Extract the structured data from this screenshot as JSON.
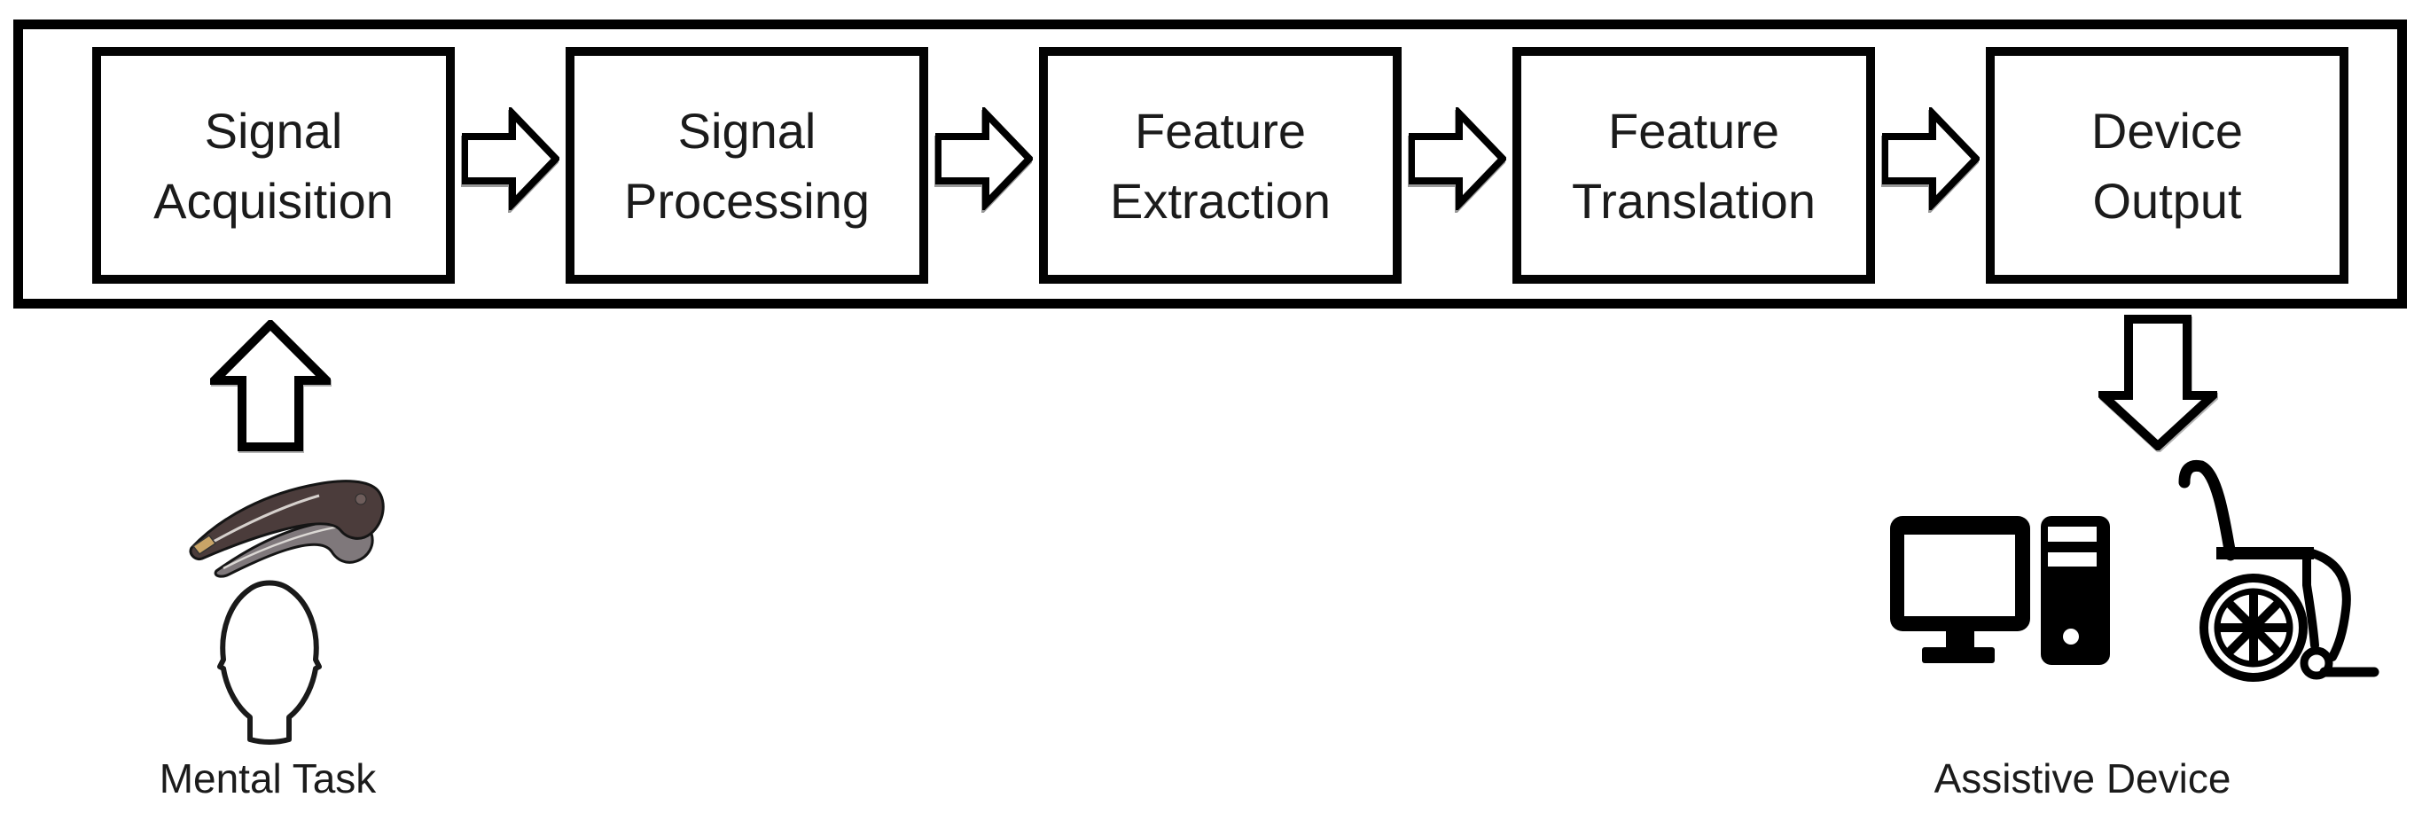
{
  "pipeline": {
    "stages": [
      {
        "label": "Signal\nAcquisition"
      },
      {
        "label": "Signal\nProcessing"
      },
      {
        "label": "Feature\nExtraction"
      },
      {
        "label": "Feature\nTranslation"
      },
      {
        "label": "Device\nOutput"
      }
    ]
  },
  "captions": {
    "input": "Mental Task",
    "output": "Assistive Device"
  },
  "icons": {
    "flow": "right-block-arrow-icon",
    "input_arrow": "up-block-arrow-icon",
    "output_arrow": "down-block-arrow-icon",
    "input_device": "eeg-headset-icon",
    "input_subject": "head-silhouette-icon",
    "output_computer": "desktop-computer-icon",
    "output_wheelchair": "wheelchair-icon"
  },
  "colors": {
    "background": "#ffffff",
    "outline": "#000000",
    "text": "#1b1b1b",
    "headset_dark": "#4b3c3b",
    "headset_gray": "#7f787b",
    "headset_pad": "#c9a467",
    "headset_stud": "#6e5d5b"
  }
}
